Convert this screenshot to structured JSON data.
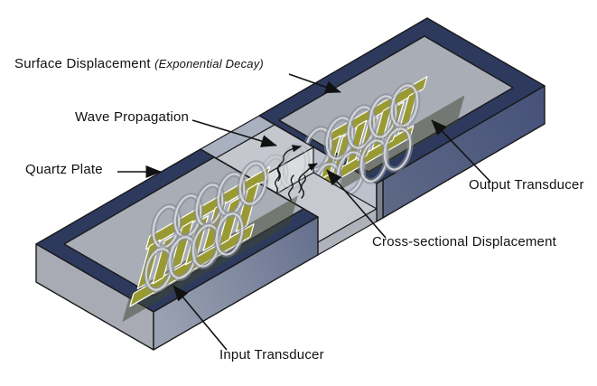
{
  "diagram": {
    "labels": {
      "surface_displacement": {
        "text": "Surface Displacement",
        "note": "(Exponential Decay)"
      },
      "wave_propagation": {
        "text": "Wave Propagation"
      },
      "quartz_plate": {
        "text": "Quartz Plate"
      },
      "output_transducer": {
        "text": "Output Transducer"
      },
      "cross_sectional_displacement": {
        "text": "Cross-sectional Displacement"
      },
      "input_transducer": {
        "text": "Input Transducer"
      }
    },
    "colors": {
      "plate_rim_navy": "#2d3a5e",
      "plate_top_gray": "#a9adb6",
      "plate_front_slate": "#4a5578",
      "plate_end_gray": "#a8abb4",
      "cross_section_light": "#dadce0",
      "transducer_olive": "#9a9a33",
      "wave_coil_gray": "#878c98",
      "line_black": "#1a1a1a",
      "background": "#ffffff"
    }
  }
}
